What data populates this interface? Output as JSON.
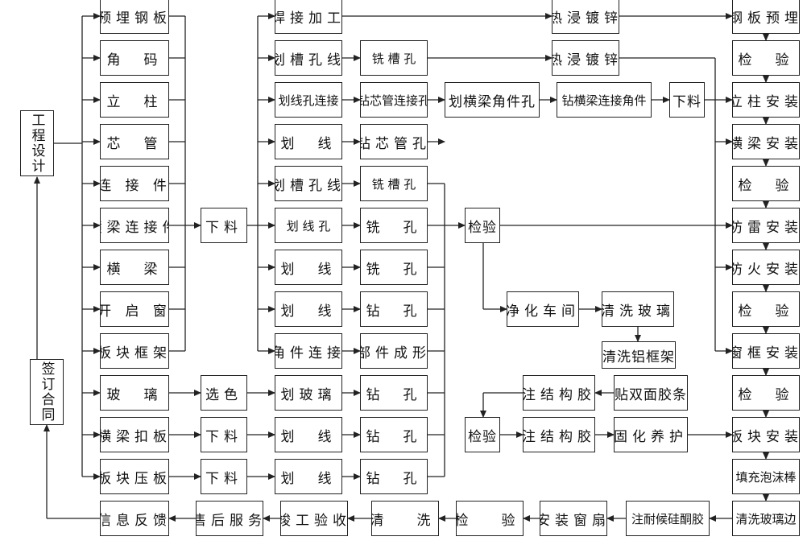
{
  "design": "工程设计",
  "contract": "签订合同",
  "materials": [
    "预埋钢板",
    "角　码",
    "立　柱",
    "芯　管",
    "连 接 件",
    "横梁连接件",
    "横　梁",
    "开 启 窗",
    "板块框架",
    "玻　璃",
    "横梁扣板",
    "板块压板"
  ],
  "cut": "下料",
  "select_color": "选色",
  "proc_col1": [
    "焊接加工",
    "划槽孔线",
    "划线孔连接",
    "划　线",
    "划槽孔线",
    "划 线 孔",
    "划　线",
    "划　线",
    "角件连接",
    "划玻璃",
    "划　线",
    "划　线"
  ],
  "proc_col2": [
    "铣 槽 孔",
    "钻芯管连接孔",
    "钻芯管孔",
    "铣 槽 孔",
    "铣　孔",
    "铣　孔",
    "钻　孔",
    "部件成形",
    "钻　孔",
    "钻　孔",
    "钻　孔"
  ],
  "galvanize": "热浸镀锌",
  "row3_extra": [
    "划横梁角件孔",
    "钻横梁连接角件",
    "下料"
  ],
  "inspect": "检验",
  "inspect_spaced": "检　验",
  "clean_room": "净化车间",
  "clean_glass": "清洗玻璃",
  "clean_frame": "清洗铝框架",
  "structural_glue": "注结构胶",
  "double_tape": "贴双面胶条",
  "cure": "固化养护",
  "install_col": [
    "钢板预埋",
    "检　验",
    "立柱安装",
    "横梁安装",
    "检　验",
    "防雷安装",
    "防火安装",
    "检　验",
    "窗框安装",
    "检　验",
    "板块安装",
    "填充泡沫棒",
    "清洗玻璃边"
  ],
  "bottom_row": [
    "注耐候硅酮胶",
    "安装窗扇",
    "检　验",
    "清　洗",
    "竣工验收",
    "售后服务",
    "信息反馈"
  ]
}
